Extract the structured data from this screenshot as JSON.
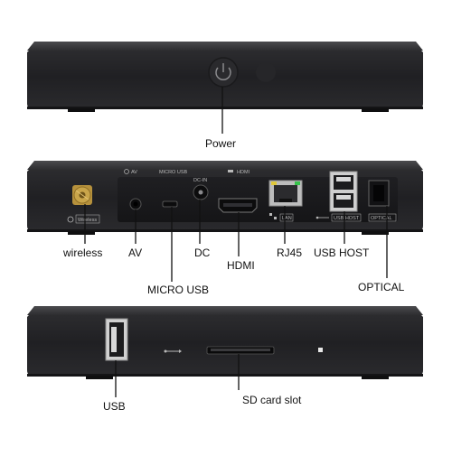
{
  "colors": {
    "body_top": "#3a3a3c",
    "body_face": "#232326",
    "panel": "#1a1a1c",
    "leader": "#111111",
    "silkscreen": "#b9b9b9",
    "antenna_gold": "#c9a54a",
    "rj45_led_green": "#36c24a",
    "rj45_led_yellow": "#e0c83a"
  },
  "callouts": {
    "power": "Power",
    "wireless": "wireless",
    "av": "AV",
    "dc": "DC",
    "hdmi": "HDMI",
    "rj45": "RJ45",
    "usb_host": "USB HOST",
    "micro_usb": "MICRO USB",
    "optical": "OPTICAL",
    "usb": "USB",
    "sd_card_slot": "SD card slot"
  },
  "silkscreen": {
    "av": "AV",
    "micro_usb": "MICRO USB",
    "dc_in": "DC-IN",
    "hdmi": "HDMI",
    "lan": "LAN",
    "usb_host": "USB HOST",
    "optical": "OPTICAL",
    "wireless": "Wireless"
  },
  "icons": {
    "power_button": "power-icon",
    "usb_symbol": "usb-icon",
    "lan_symbol": "network-icon",
    "antenna_symbol": "antenna-icon"
  }
}
